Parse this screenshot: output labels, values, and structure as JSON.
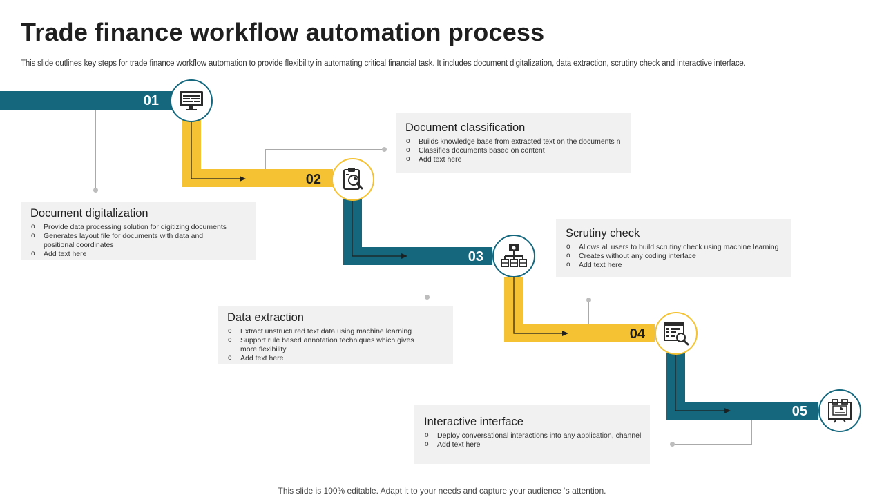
{
  "title": "Trade finance workflow automation process",
  "subtitle": "This slide outlines key steps for trade finance workflow automation to provide flexibility in automating critical financial task. It includes document digitalization, data extraction, scrutiny check and interactive interface.",
  "footer": "This slide is 100% editable. Adapt it to your needs and capture your audience ‘s attention.",
  "colors": {
    "teal": "#14677d",
    "yellow": "#f4c232",
    "card_bg": "#f1f1f1"
  },
  "steps": [
    {
      "number": "01",
      "icon": "monitor-dashboard-icon",
      "heading": "Document digitalization",
      "bullets": [
        "Provide data processing solution for digitizing documents",
        "Generates layout file for documents with data and positional coordinates",
        "Add text here"
      ]
    },
    {
      "number": "02",
      "icon": "clipboard-search-chart-icon",
      "heading": "Document classification",
      "bullets": [
        "Builds knowledge base from extracted text on the documents n",
        "Classifies documents based on content",
        "Add text here"
      ]
    },
    {
      "number": "03",
      "icon": "network-hierarchy-icon",
      "heading": "Data extraction",
      "bullets": [
        "Extract unstructured text data using machine learning",
        "Support rule based annotation techniques which gives more flexibility",
        "Add text here"
      ]
    },
    {
      "number": "04",
      "icon": "report-magnifier-icon",
      "heading": "Scrutiny check",
      "bullets": [
        "Allows all users to build scrutiny check using machine learning",
        "Creates without any coding interface",
        "Add text here"
      ]
    },
    {
      "number": "05",
      "icon": "chat-screen-icon",
      "heading": "Interactive interface",
      "bullets": [
        "Deploy conversational interactions into any application, channel",
        "Add text here"
      ]
    }
  ]
}
